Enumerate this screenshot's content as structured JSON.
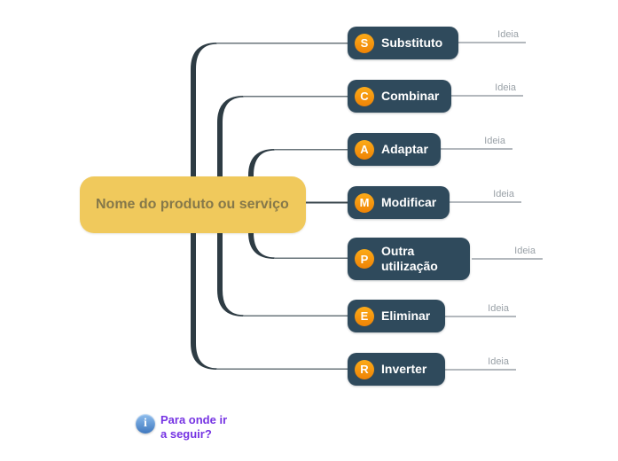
{
  "central_node": {
    "label": "Nome do produto ou serviço",
    "bg_color": "#F0C95C",
    "text_color": "#85784A"
  },
  "branches": [
    {
      "letter": "S",
      "label": "Substituto",
      "idea_label": "Ideia"
    },
    {
      "letter": "C",
      "label": "Combinar",
      "idea_label": "Ideia"
    },
    {
      "letter": "A",
      "label": "Adaptar",
      "idea_label": "Ideia"
    },
    {
      "letter": "M",
      "label": "Modificar",
      "idea_label": "Ideia"
    },
    {
      "letter": "P",
      "label": "Outra utilização",
      "idea_label": "Ideia"
    },
    {
      "letter": "E",
      "label": "Eliminar",
      "idea_label": "Ideia"
    },
    {
      "letter": "R",
      "label": "Inverter",
      "idea_label": "Ideia"
    }
  ],
  "footer_note": {
    "icon": "info-icon",
    "icon_glyph": "i",
    "line1": "Para onde ir",
    "line2": "a seguir?",
    "text_color": "#7634E3"
  },
  "colors": {
    "branch_node_bg": "#2F4A5C",
    "badge_orange": "#F7941E",
    "trunk_line": "#2E3C44",
    "branch_line": "#6A757B",
    "idea_line": "#9AA1A7",
    "idea_text": "#9AA1A7",
    "central_bg": "#F0C95C",
    "info_icon_blue": "#4A82C4",
    "note_purple": "#7634E3"
  }
}
